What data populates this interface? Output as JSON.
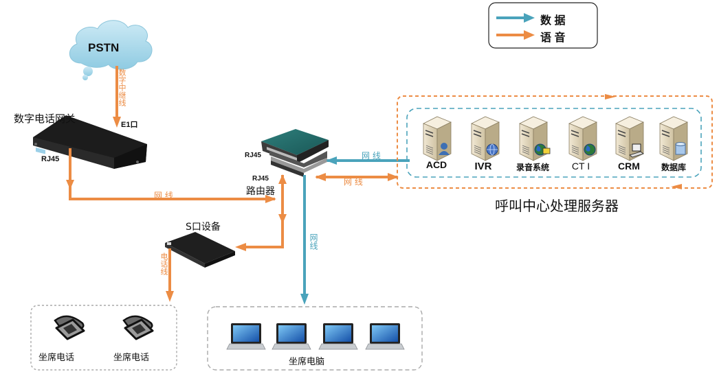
{
  "legend": {
    "items": [
      {
        "label": "数 据",
        "color": "#4aa3bb",
        "meaning": "data"
      },
      {
        "label": "语 音",
        "color": "#ec8c44",
        "meaning": "voice"
      }
    ]
  },
  "colors": {
    "data": "#4aa3bb",
    "voice": "#ec8c44",
    "border_gray": "#a8a8a8"
  },
  "pstn": {
    "label": "PSTN",
    "trunk_label": "数字中继线"
  },
  "gateway": {
    "title": "数字电话网关",
    "e1_label": "E1口",
    "rj45_label": "RJ45"
  },
  "router": {
    "title": "路由器",
    "rj45_top": "RJ45",
    "rj45_bottom": "RJ45"
  },
  "links": {
    "gateway_to_router": "网 线",
    "servers_to_router_data": "网 线",
    "router_servers_voice": "网 线",
    "router_to_pcs": "网线",
    "s_device_to_phones": "电话线"
  },
  "s_device": {
    "title": "S口设备"
  },
  "servers": {
    "group_title": "呼叫中心处理服务器",
    "items": [
      {
        "label": "ACD",
        "badge": "user"
      },
      {
        "label": "IVR",
        "badge": "globe"
      },
      {
        "label": "录音系统",
        "badge": "globe-folder"
      },
      {
        "label": "CT I",
        "badge": "globe"
      },
      {
        "label": "CRM",
        "badge": "computer"
      },
      {
        "label": "数据库",
        "badge": "database"
      }
    ]
  },
  "phones": {
    "items": [
      {
        "label": "坐席电话"
      },
      {
        "label": "坐席电话"
      }
    ]
  },
  "pcs": {
    "group_label": "坐席电脑",
    "count": 4
  }
}
